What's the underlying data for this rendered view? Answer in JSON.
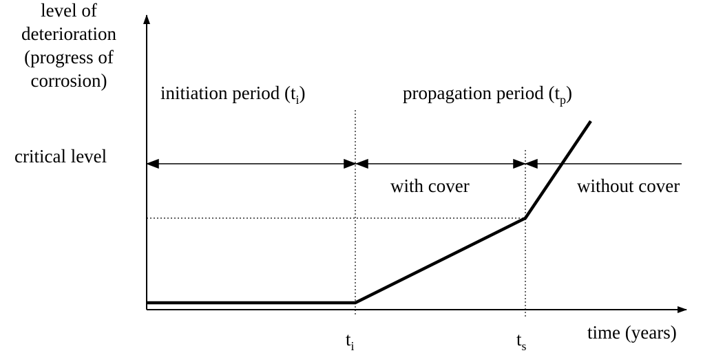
{
  "y_axis_label": [
    "level of",
    "deterioration",
    "(progress of",
    "corrosion)"
  ],
  "critical_level_label": "critical level",
  "x_axis_label": "time (years)",
  "initiation_period": {
    "text": "initiation period (",
    "symbol": "t",
    "subscript": "i",
    "close": ")"
  },
  "propagation_period": {
    "text": "propagation period (",
    "symbol": "t",
    "subscript": "p",
    "close": ")"
  },
  "with_cover_label": "with cover",
  "without_cover_label": "without cover",
  "tick_ti": {
    "symbol": "t",
    "subscript": "i"
  },
  "tick_ts": {
    "symbol": "t",
    "subscript": "s"
  },
  "colors": {
    "line": "#000000",
    "background": "#ffffff"
  }
}
